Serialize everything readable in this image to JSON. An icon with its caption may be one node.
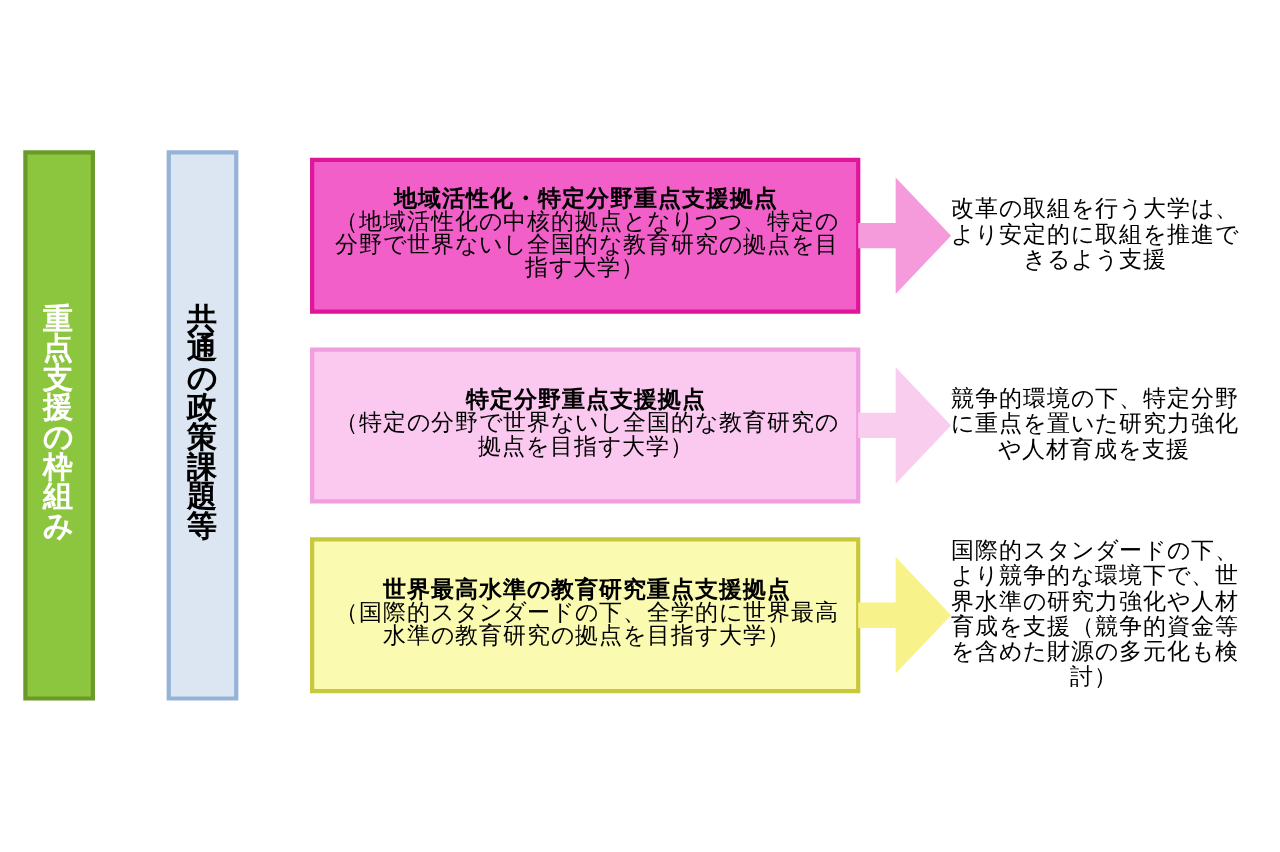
{
  "diagram": {
    "nodes": [
      {
        "text": [
          "重点支援の枠組み"
        ]
      },
      {
        "text": [
          "共通の政策課題等"
        ]
      },
      {
        "text": [
          "地域活性化・特定分野重点支援拠点",
          "（地域活性化の中核的拠点となりつつ、特定の分野で世界ないし全国的な教育研究の拠点を目指す大学）"
        ]
      },
      {
        "text": [
          "特定分野重点支援拠点",
          "（特定の分野で世界ないし全国的な教育研究の拠点を目指す大学）"
        ]
      },
      {
        "text": [
          "世界最高水準の教育研究重点支援拠点",
          "（国際的スタンダードの下、全学的に世界最高水準の教育研究の拠点を目指す大学）"
        ]
      },
      {
        "text": [
          "改革の取組を行う大学は、より安定的に取組を推進できるよう支援"
        ]
      },
      {
        "text": [
          "競争的環境の下、特定分野に重点を置いた研究力強化や人材育成を支援"
        ]
      },
      {
        "text": [
          "国際的スタンダードの下、より競争的な環境下で、世界水準の研究力強化や人材育成を支援（競争的資金等を含めた財源の多元化も検討）"
        ]
      }
    ],
    "edges": [
      {
        "from": 2,
        "to": 5,
        "arrow": "to",
        "color": "#f59bdc"
      },
      {
        "from": 3,
        "to": 6,
        "arrow": "to",
        "color": "#f9cdee"
      },
      {
        "from": 4,
        "to": 7,
        "arrow": "to",
        "color": "#f7f38a"
      }
    ]
  }
}
